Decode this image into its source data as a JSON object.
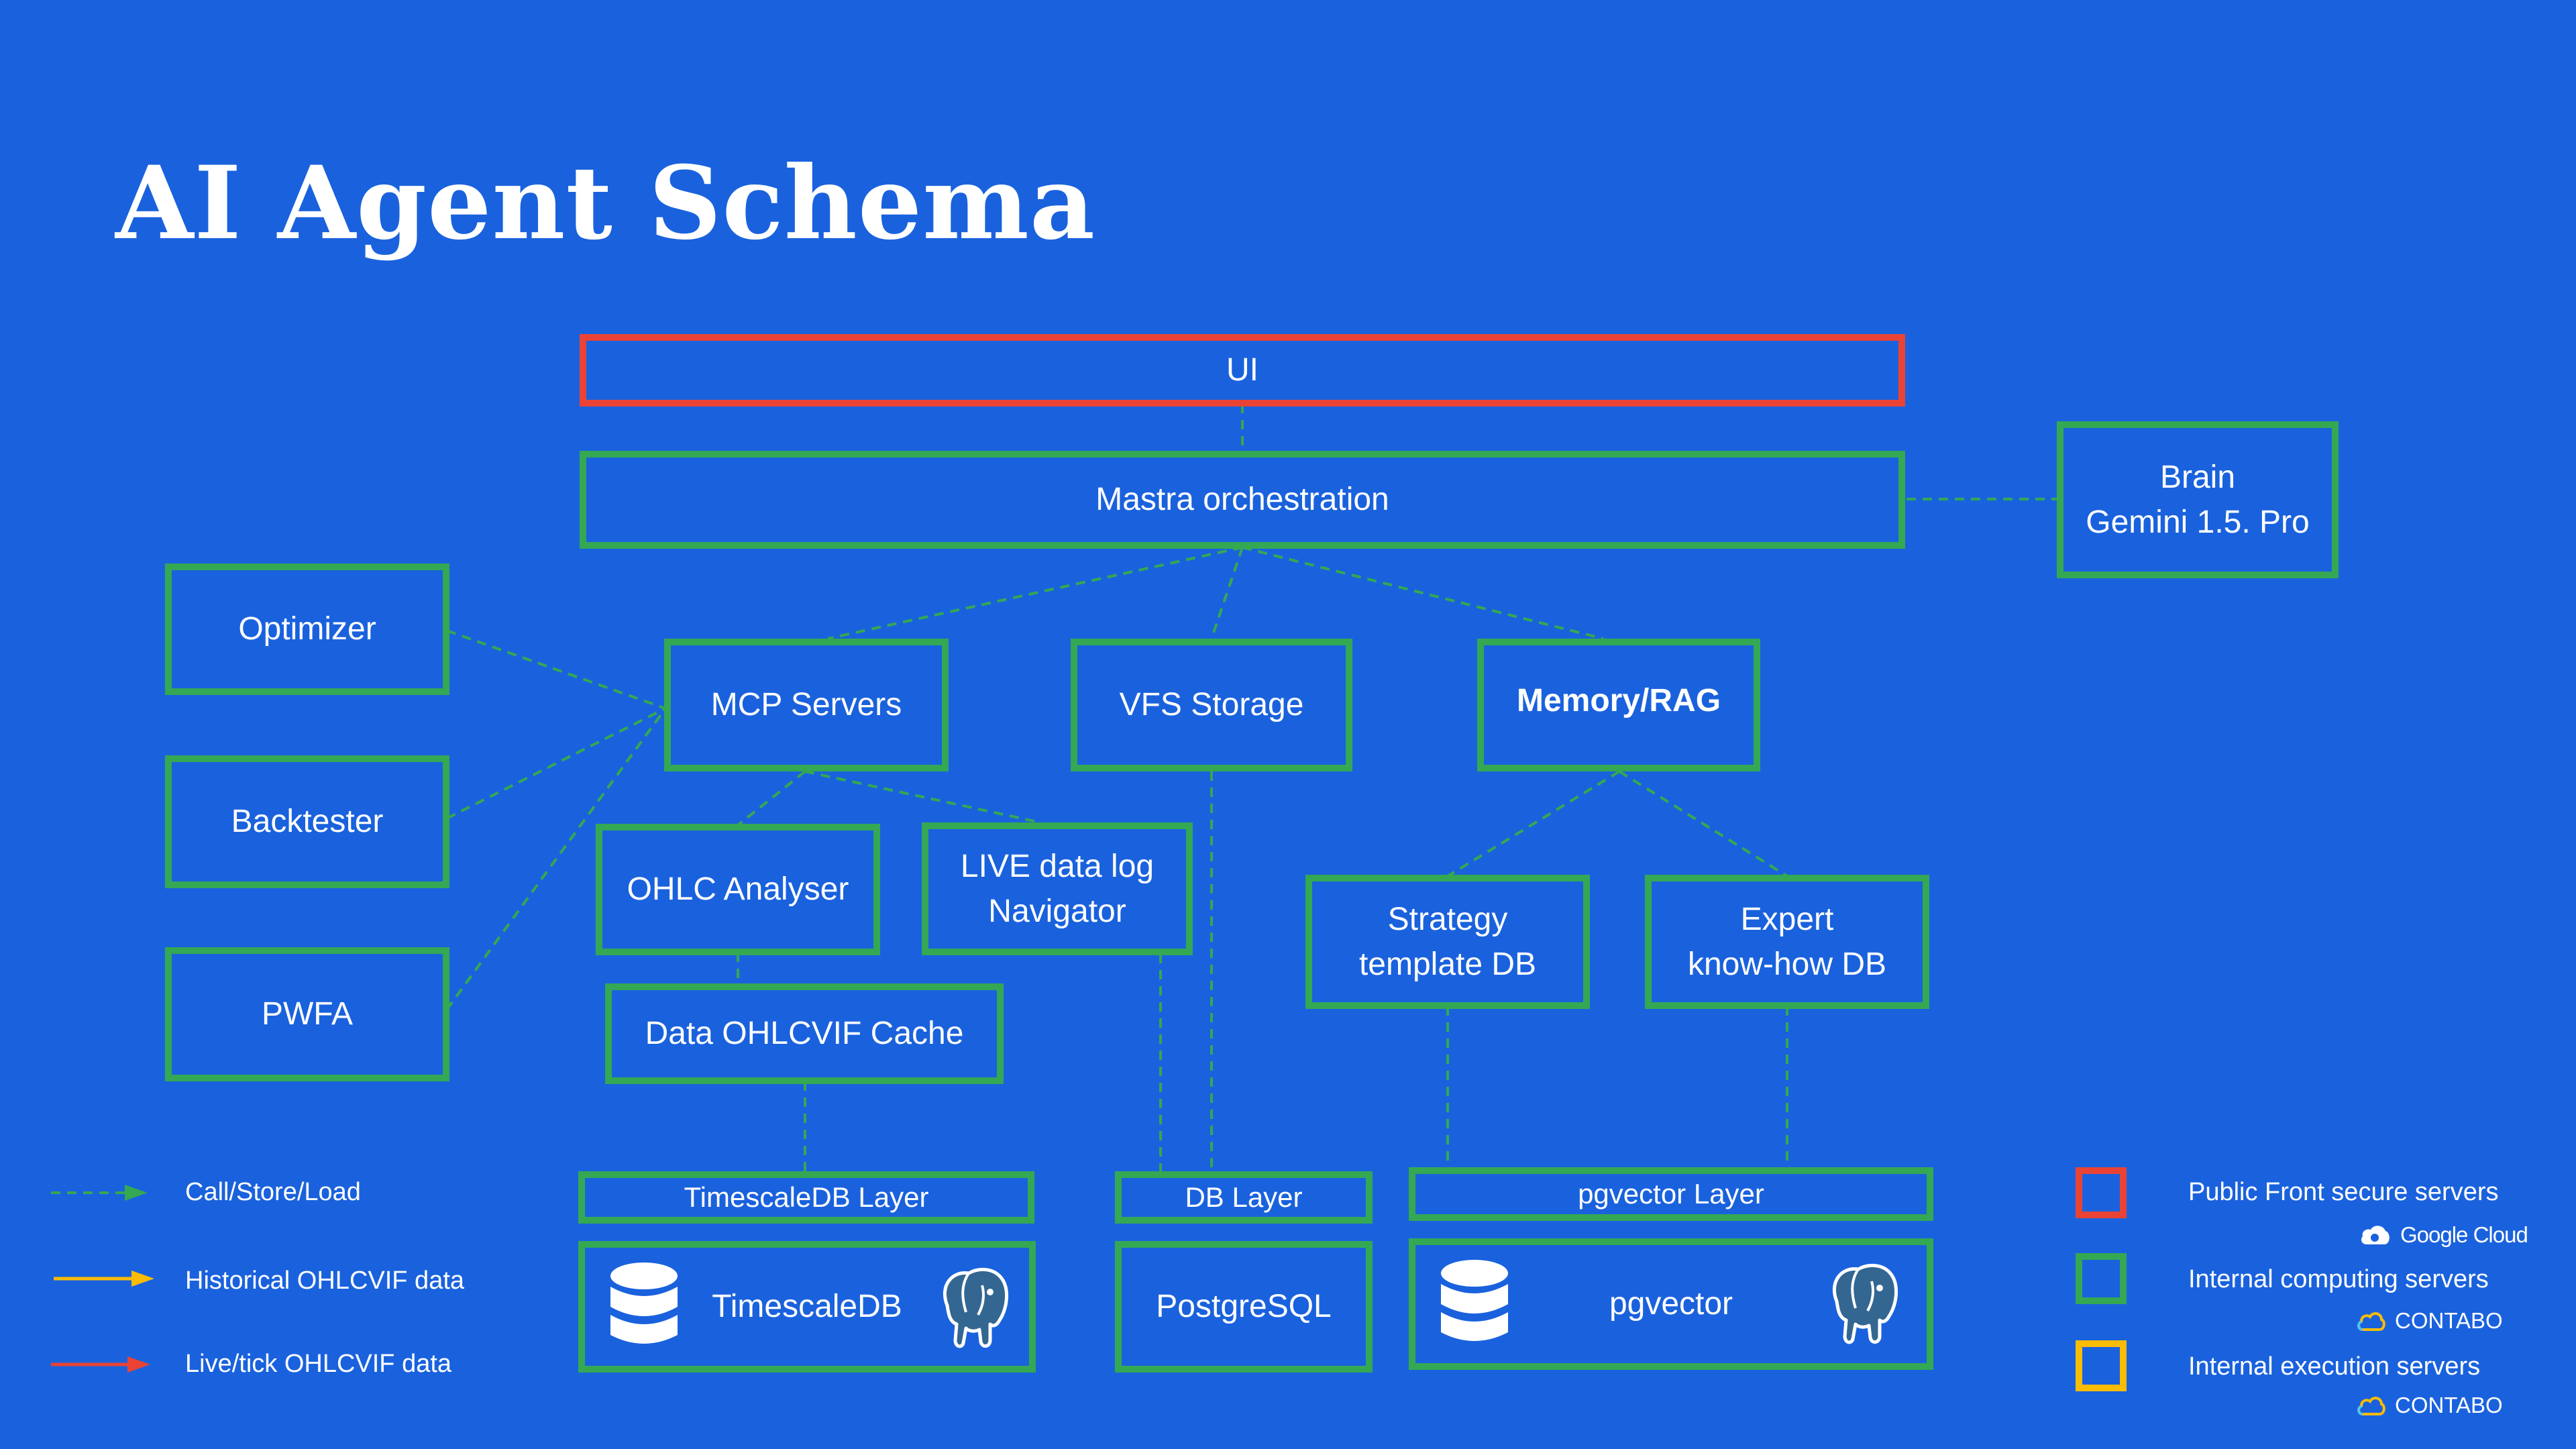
{
  "title": "AI Agent Schema",
  "nodes": {
    "ui": "UI",
    "mastra": "Mastra orchestration",
    "brain": "Brain\nGemini 1.5. Pro",
    "optimizer": "Optimizer",
    "backtester": "Backtester",
    "pwfa": "PWFA",
    "mcp": "MCP Servers",
    "vfs": "VFS Storage",
    "memory": "Memory/RAG",
    "ohlc_analyser": "OHLC Analyser",
    "live_log": "LIVE data log\nNavigator",
    "cache": "Data OHLCVIF Cache",
    "strategy_db": "Strategy\ntemplate DB",
    "expert_db": "Expert\nknow-how DB",
    "timescale_layer": "TimescaleDB Layer",
    "db_layer": "DB Layer",
    "pgvector_layer": "pgvector Layer",
    "timescaledb": "TimescaleDB",
    "postgresql": "PostgreSQL",
    "pgvector": "pgvector"
  },
  "legend_lines": [
    {
      "label": "Call/Store/Load",
      "color": "#34a853",
      "style": "dashed"
    },
    {
      "label": "Historical OHLCVIF data",
      "color": "#fbbc04",
      "style": "solid"
    },
    {
      "label": "Live/tick  OHLCVIF data",
      "color": "#ea4335",
      "style": "solid"
    }
  ],
  "legend_servers": [
    {
      "label": "Public Front secure servers",
      "color": "#ea4335",
      "provider": "Google Cloud"
    },
    {
      "label": "Internal computing servers",
      "color": "#34a853",
      "provider": "CONTABO"
    },
    {
      "label": "Internal execution servers",
      "color": "#fbbc04",
      "provider": "CONTABO"
    }
  ],
  "colors": {
    "background": "#1a62dd",
    "green": "#34a853",
    "red": "#ea4335",
    "yellow": "#fbbc04"
  },
  "icons": {
    "database": "database-icon",
    "postgres": "postgres-elephant-icon",
    "google_cloud": "google-cloud-icon",
    "contabo": "contabo-cloud-icon"
  }
}
